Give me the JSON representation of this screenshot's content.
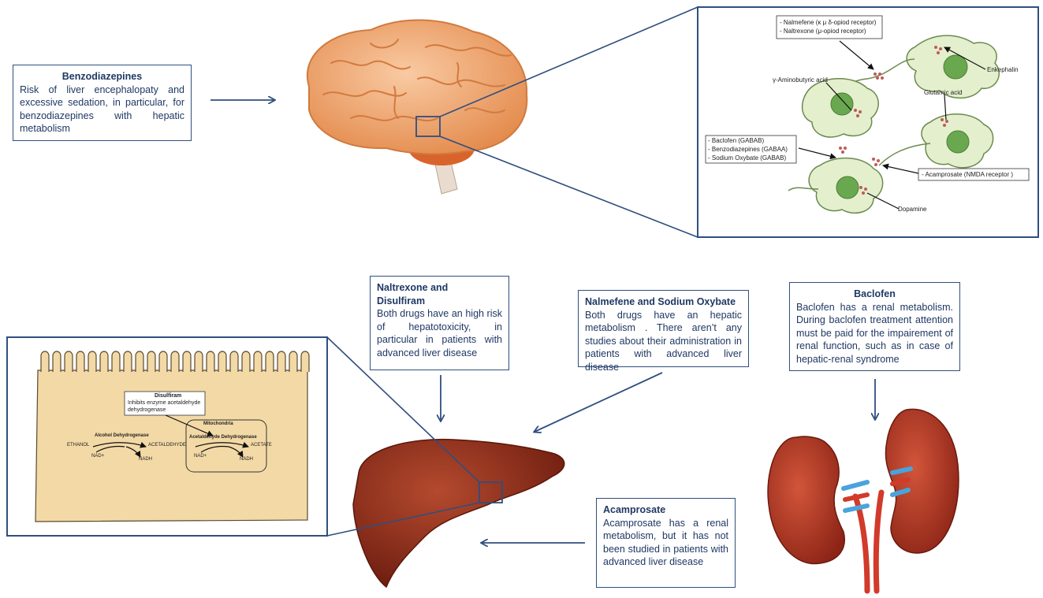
{
  "boxes": {
    "benzo": {
      "title": "Benzodiazepines",
      "body": "Risk of liver encephalopaty and excessive sedation, in particular, for benzodiazepines with hepatic metabolism"
    },
    "naltrexone": {
      "title": "Naltrexone and Disulfiram",
      "body": "Both drugs have an high risk of hepatotoxicity, in particular in patients with advanced liver disease"
    },
    "nalmefene": {
      "title": "Nalmefene and Sodium Oxybate",
      "body": "Both drugs have an hepatic metabolism . There aren’t any studies about their administration in patients with advanced liver disease"
    },
    "baclofen": {
      "title": "Baclofen",
      "body": "Baclofen has a renal metabolism. During baclofen treatment attention must be paid for the impairement of renal function, such as in case of hepatic-renal syndrome"
    },
    "acamprosate": {
      "title": "Acamprosate",
      "body": "Acamprosate has a renal metabolism, but it has not been studied in patients with advanced liver disease"
    }
  },
  "neuron_panel": {
    "opioid_box": [
      "- Nalmefene (κ μ δ-opiod receptor)",
      "- Naltrexone (μ-opiod receptor)"
    ],
    "gaba_box": [
      "- Baclofen (GABAB)",
      "- Benzodiazepines (GABAA)",
      "- Sodium Oxybate (GABAB)"
    ],
    "nmda_box": "- Acamprosate (NMDA receptor )",
    "labels": {
      "enkephalin": "Enkephalin",
      "gaba": "γ-Aminobutyric acid",
      "glutamic": "Glutamic acid",
      "dopamine": "Dopamine"
    }
  },
  "cell_panel": {
    "disulfiram_title": "Disulfiram",
    "disulfiram_text": [
      "Inhibits enzyme acetaldehyde",
      "dehydrogenase"
    ],
    "mitochondria": "Mitochondria",
    "ethanol": "ETHANOL",
    "alcohol_dh": "Alcohol Dehydrogenase",
    "acetaldehyde": "ACETALDEHYDE",
    "acetaldehyde_dh": "Acetaldehyde Dehydrogenase",
    "acetate": "ACETATE",
    "nad1": "NAD+",
    "nadh1": "NADH",
    "nad2": "NAD+",
    "nadh2": "NADH"
  },
  "colors": {
    "box_border": "#2f4f7f",
    "text": "#1f3864",
    "arrow": "#2f4f7f",
    "brain": "#f0a977",
    "liver": "#8b2a1a",
    "kidney": "#b23a26",
    "cell": "#f3d9a6"
  }
}
